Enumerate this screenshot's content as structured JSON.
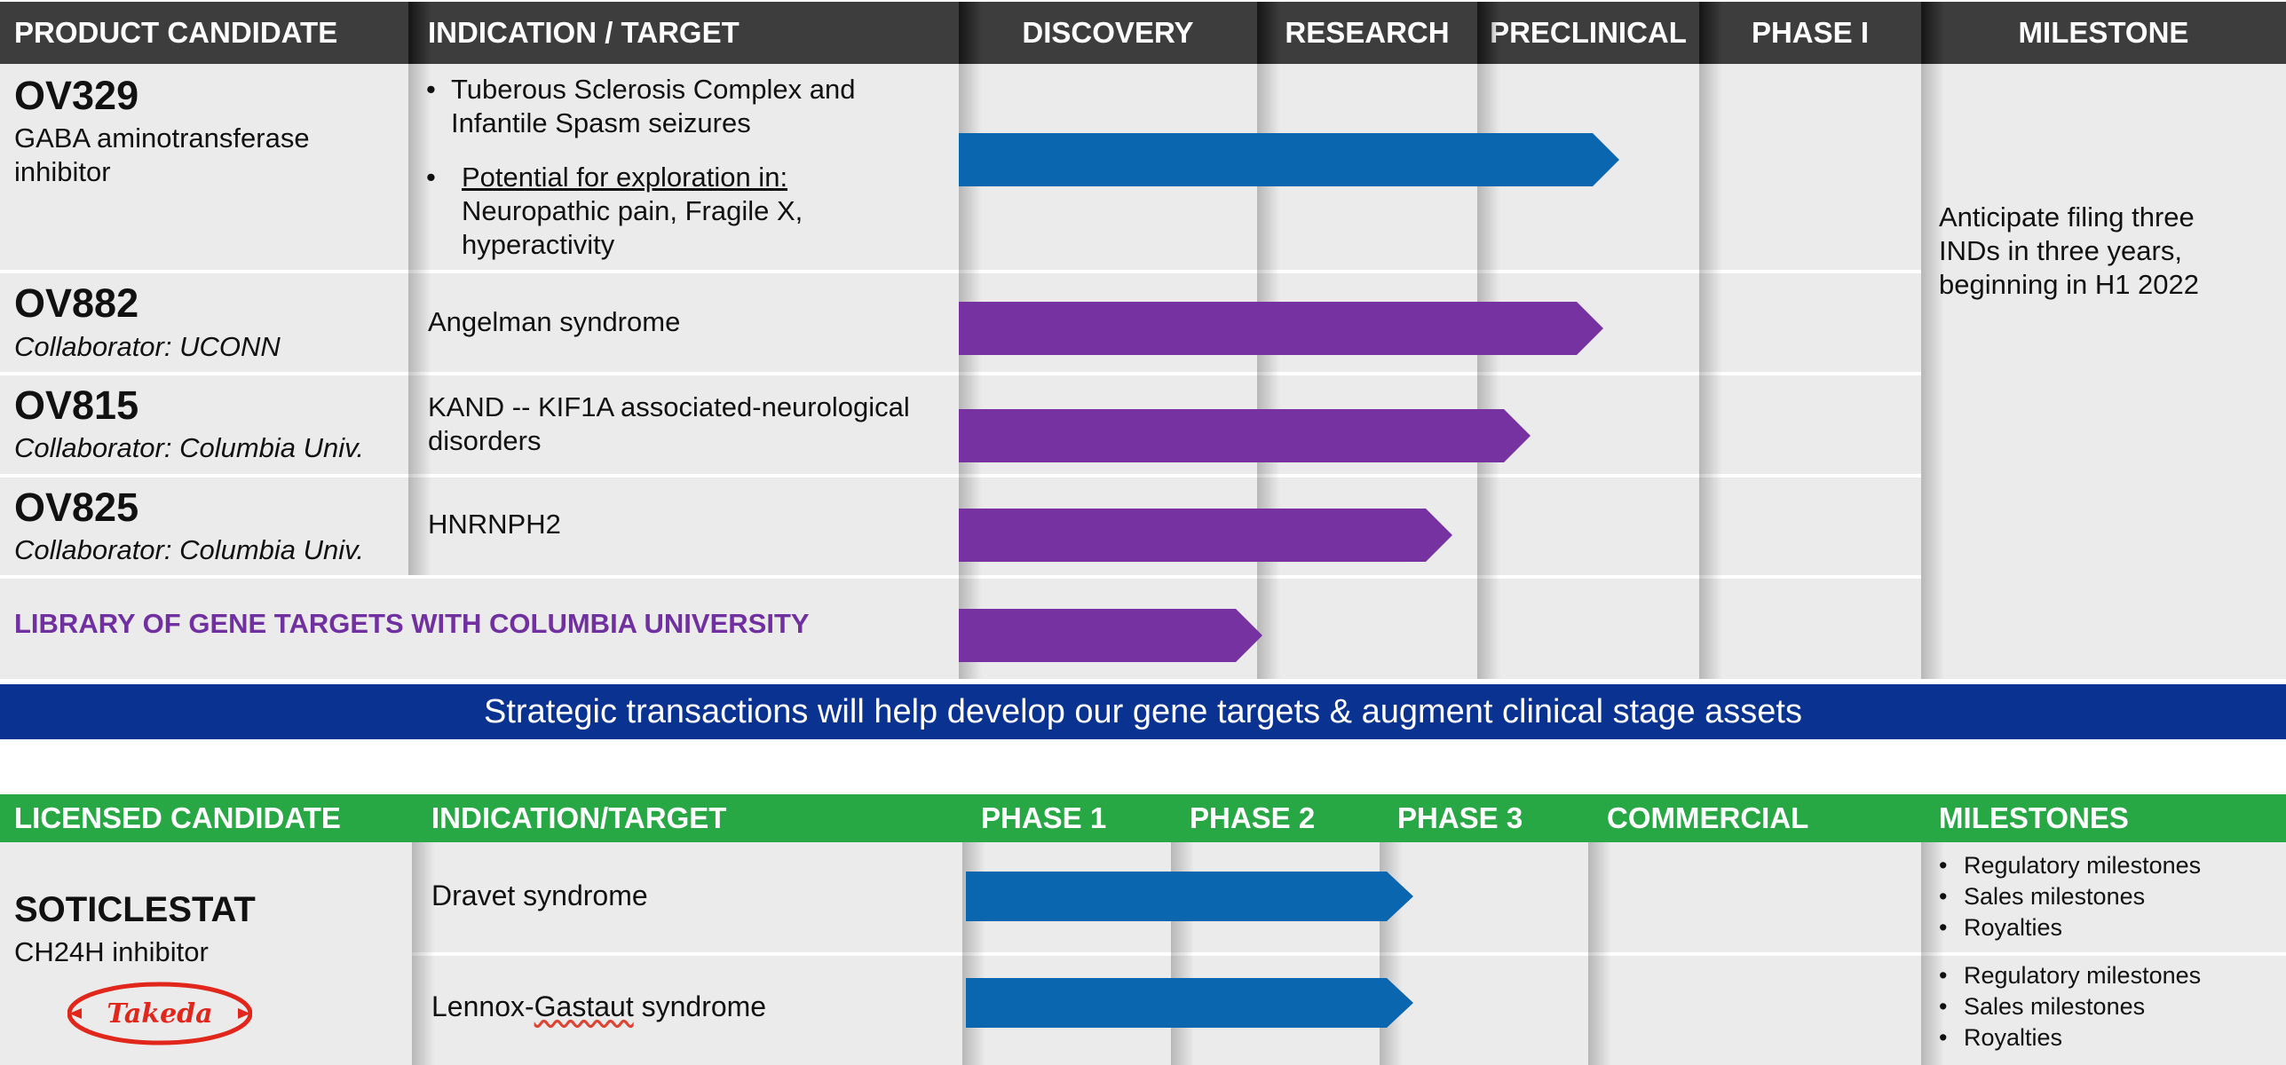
{
  "top_table": {
    "headers": {
      "product": "PRODUCT CANDIDATE",
      "indication": "INDICATION / TARGET",
      "discovery": "DISCOVERY",
      "research": "RESEARCH",
      "preclinical": "PRECLINICAL",
      "phase1": "PHASE I",
      "milestone": "MILESTONE"
    },
    "rows": [
      {
        "name": "OV329",
        "sub_line1": "GABA aminotransferase",
        "sub_line2": "inhibitor",
        "bullet1_line1": "Tuberous Sclerosis Complex  and",
        "bullet1_line2": "Infantile Spasm seizures",
        "bullet2_heading": "Potential for exploration in:",
        "bullet2_line1": "Neuropathic pain, Fragile X,",
        "bullet2_line2": "hyperactivity",
        "progress_color": "#0a66ae"
      },
      {
        "name": "OV882",
        "collaborator": "Collaborator: UCONN",
        "indication": "Angelman syndrome",
        "progress_color": "#7532a0"
      },
      {
        "name": "OV815",
        "collaborator": "Collaborator: Columbia Univ.",
        "indication_line1": "KAND -- KIF1A associated-neurological",
        "indication_line2": "disorders",
        "progress_color": "#7532a0"
      },
      {
        "name": "OV825",
        "collaborator": "Collaborator: Columbia Univ.",
        "indication": "HNRNPH2",
        "progress_color": "#7532a0"
      }
    ],
    "library_label": "LIBRARY OF GENE TARGETS WITH COLUMBIA UNIVERSITY",
    "milestone_line1": "Anticipate filing three",
    "milestone_line2": "INDs in three years,",
    "milestone_line3": "beginning in H1 2022"
  },
  "banner_text": "Strategic transactions will help develop our gene targets & augment clinical stage assets",
  "bottom_table": {
    "headers": {
      "candidate": "LICENSED CANDIDATE",
      "indication": "INDICATION/TARGET",
      "phase1": "PHASE 1",
      "phase2": "PHASE 2",
      "phase3": "PHASE 3",
      "commercial": "COMMERCIAL",
      "milestones": "MILESTONES"
    },
    "candidate_name": "SOTICLESTAT",
    "candidate_sub": "CH24H inhibitor",
    "partner_logo": "Takeda",
    "rows": [
      {
        "indication": "Dravet syndrome",
        "milestones": [
          "Regulatory milestones",
          "Sales milestones",
          "Royalties"
        ]
      },
      {
        "indication_part1": "Lennox-",
        "indication_part2": "Gastaut",
        "indication_part3": " syndrome",
        "milestones": [
          "Regulatory milestones",
          "Sales milestones",
          "Royalties"
        ]
      }
    ]
  },
  "colors": {
    "top_header_bg": "#3d3d3d",
    "banner_bg": "#0a3290",
    "bottom_header_bg": "#28a745",
    "library_text": "#7030a0",
    "takeda_red": "#e1261c"
  }
}
